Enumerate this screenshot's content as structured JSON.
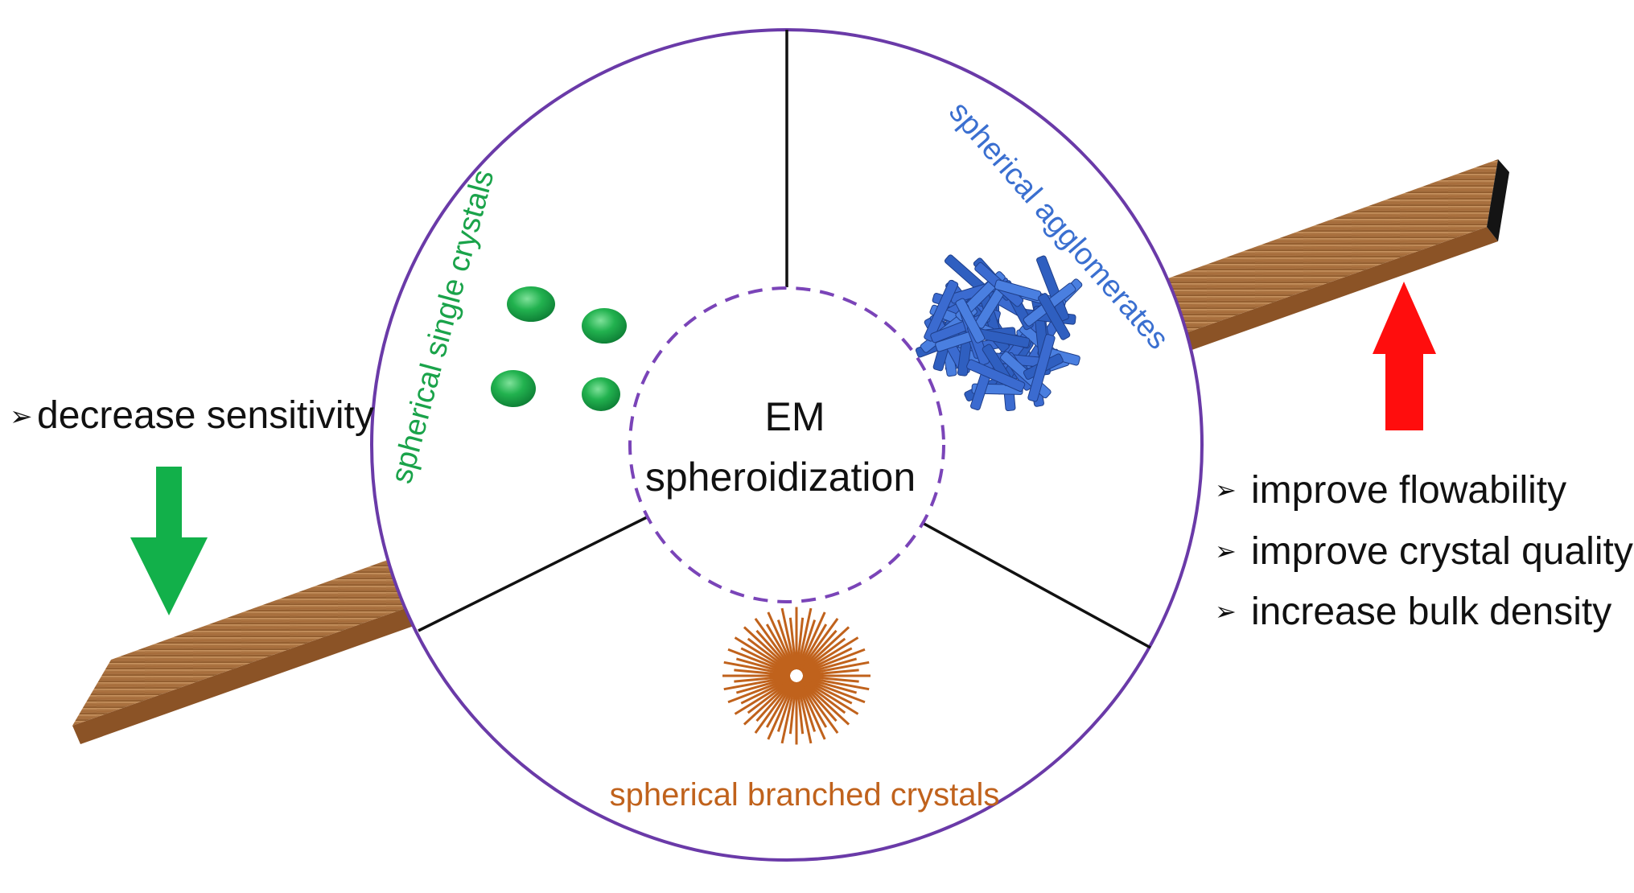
{
  "center": {
    "line1": "EM",
    "line2": "spheroidization"
  },
  "sectors": {
    "single": {
      "label": "spherical single crystals",
      "color": "#1aa34a"
    },
    "agglomerates": {
      "label": "spherical agglomerates",
      "color": "#3a6fd0"
    },
    "branched": {
      "label": "spherical branched crystals",
      "color": "#c0621c"
    }
  },
  "left_note": {
    "bullet": "➢",
    "text": "decrease sensitivity"
  },
  "right_notes": {
    "bullet": "➢",
    "items": [
      "improve flowability",
      "improve crystal quality",
      "increase bulk density"
    ]
  },
  "colors": {
    "circle": "#6a3aa8",
    "green_arrow": "#12b04a",
    "red_arrow": "#ff0d0d",
    "plank": "#b27640"
  }
}
